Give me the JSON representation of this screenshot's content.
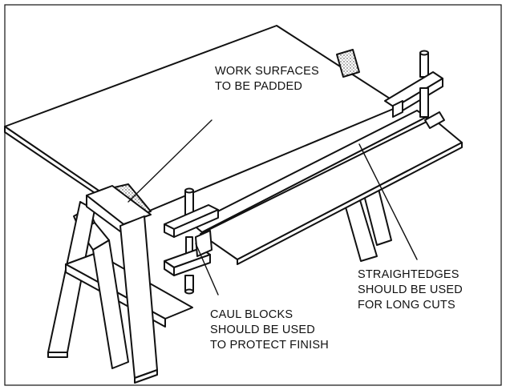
{
  "callouts": {
    "work_surfaces": {
      "lines": [
        "WORK SURFACES",
        "TO BE PADDED"
      ]
    },
    "straightedges": {
      "lines": [
        "STRAIGHTEDGES",
        "SHOULD BE USED",
        "FOR LONG CUTS"
      ]
    },
    "caul_blocks": {
      "lines": [
        "CAUL BLOCKS",
        "SHOULD BE USED",
        "TO PROTECT FINISH"
      ]
    }
  },
  "colors": {
    "ink": "#111111",
    "paper": "#ffffff",
    "pad_stipple": "#555555"
  }
}
